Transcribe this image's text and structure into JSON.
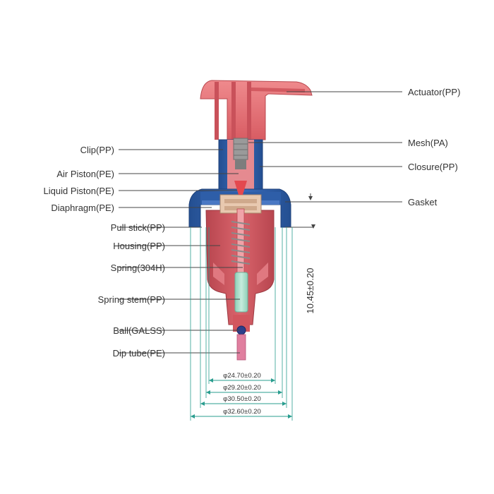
{
  "labels": {
    "actuator": "Actuator(PP)",
    "mesh": "Mesh(PA)",
    "closure": "Closure(PP)",
    "gasket": "Gasket",
    "clip": "Clip(PP)",
    "air_piston": "Air Piston(PE)",
    "liquid_piston": "Liquid Piston(PE)",
    "diaphragm": "Diaphragm(PE)",
    "pull_stick": "Pull stick(PP)",
    "housing": "Housing(PP)",
    "spring": "Spring(304H)",
    "spring_stem": "Spring stem(PP)",
    "ball": "Ball(GALSS)",
    "dip_tube": "Dip tube(PE)"
  },
  "dimensions": {
    "height": "10.45±0.20",
    "d1": "φ24.70±0.20",
    "d2": "φ29.20±0.20",
    "d3": "φ30.50±0.20",
    "d4": "φ32.60±0.20"
  },
  "colors": {
    "actuator": "#e06a6f",
    "closure": "#2f5fa8",
    "housing": "#c9555e",
    "piston": "#e8c9b0",
    "stem": "#a6dcc8",
    "mesh": "#9a9a9a",
    "dimension": "#2a9d8f"
  }
}
